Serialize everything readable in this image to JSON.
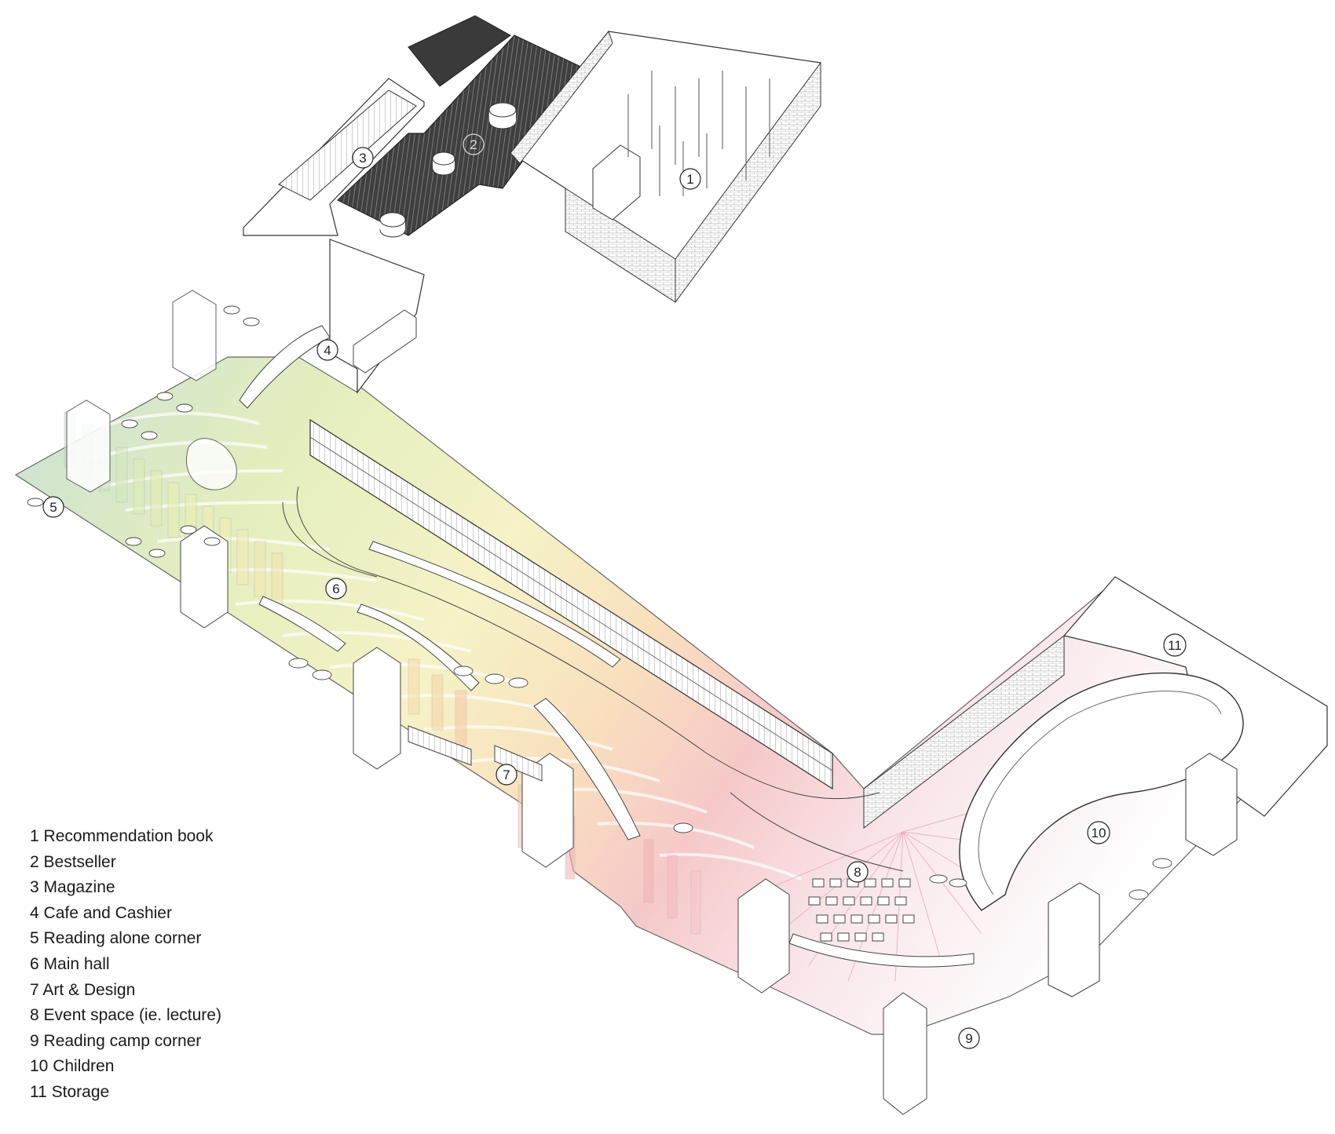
{
  "legend": {
    "items": [
      {
        "number": "1",
        "label": "Recommendation book"
      },
      {
        "number": "2",
        "label": "Bestseller"
      },
      {
        "number": "3",
        "label": "Magazine"
      },
      {
        "number": "4",
        "label": "Cafe and Cashier"
      },
      {
        "number": "5",
        "label": "Reading alone corner"
      },
      {
        "number": "6",
        "label": "Main hall"
      },
      {
        "number": "7",
        "label": "Art & Design"
      },
      {
        "number": "8",
        "label": "Event space (ie. lecture)"
      },
      {
        "number": "9",
        "label": "Reading camp corner"
      },
      {
        "number": "10",
        "label": "Children"
      },
      {
        "number": "11",
        "label": "Storage"
      }
    ]
  },
  "markers": [
    "1",
    "2",
    "3",
    "4",
    "5",
    "6",
    "7",
    "8",
    "9",
    "10",
    "11"
  ],
  "colors": {
    "line": "#444444",
    "dark_room": "#3a3a3a",
    "gradient": [
      "#b8d7c9",
      "#dbe9a8",
      "#f3efb4",
      "#f7d6a8",
      "#f4b7b8",
      "#f7dfe4"
    ]
  }
}
